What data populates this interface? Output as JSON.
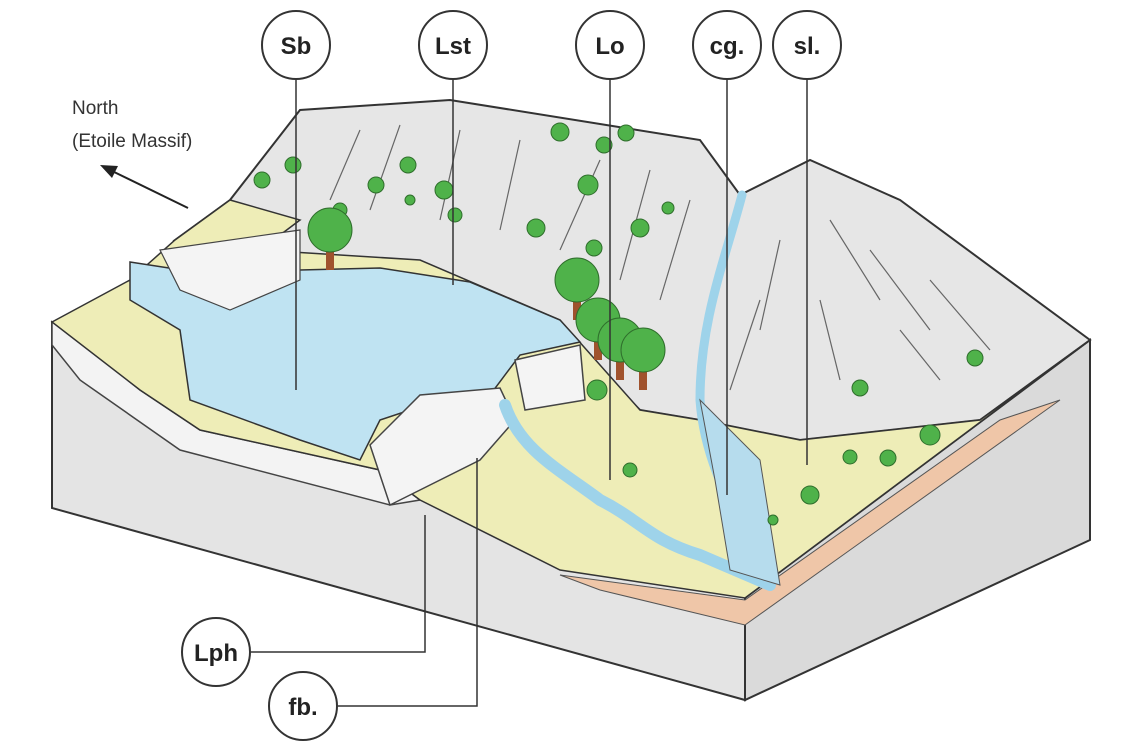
{
  "diagram": {
    "direction_label": {
      "line1": "North",
      "line2": "(Etoile Massif)"
    },
    "labels": {
      "sb": "Sb",
      "lst": "Lst",
      "lo": "Lo",
      "cg": "cg.",
      "sl": "sl.",
      "lph": "Lph",
      "fb": "fb."
    },
    "colors": {
      "water": "#bfe3f2",
      "plain": "#eeedb7",
      "mountain": "#e6e6e6",
      "block_side": "#e4e4e4",
      "tree": "#4fb24a",
      "trunk": "#a0522d",
      "sediment": "#efc6a8"
    }
  }
}
